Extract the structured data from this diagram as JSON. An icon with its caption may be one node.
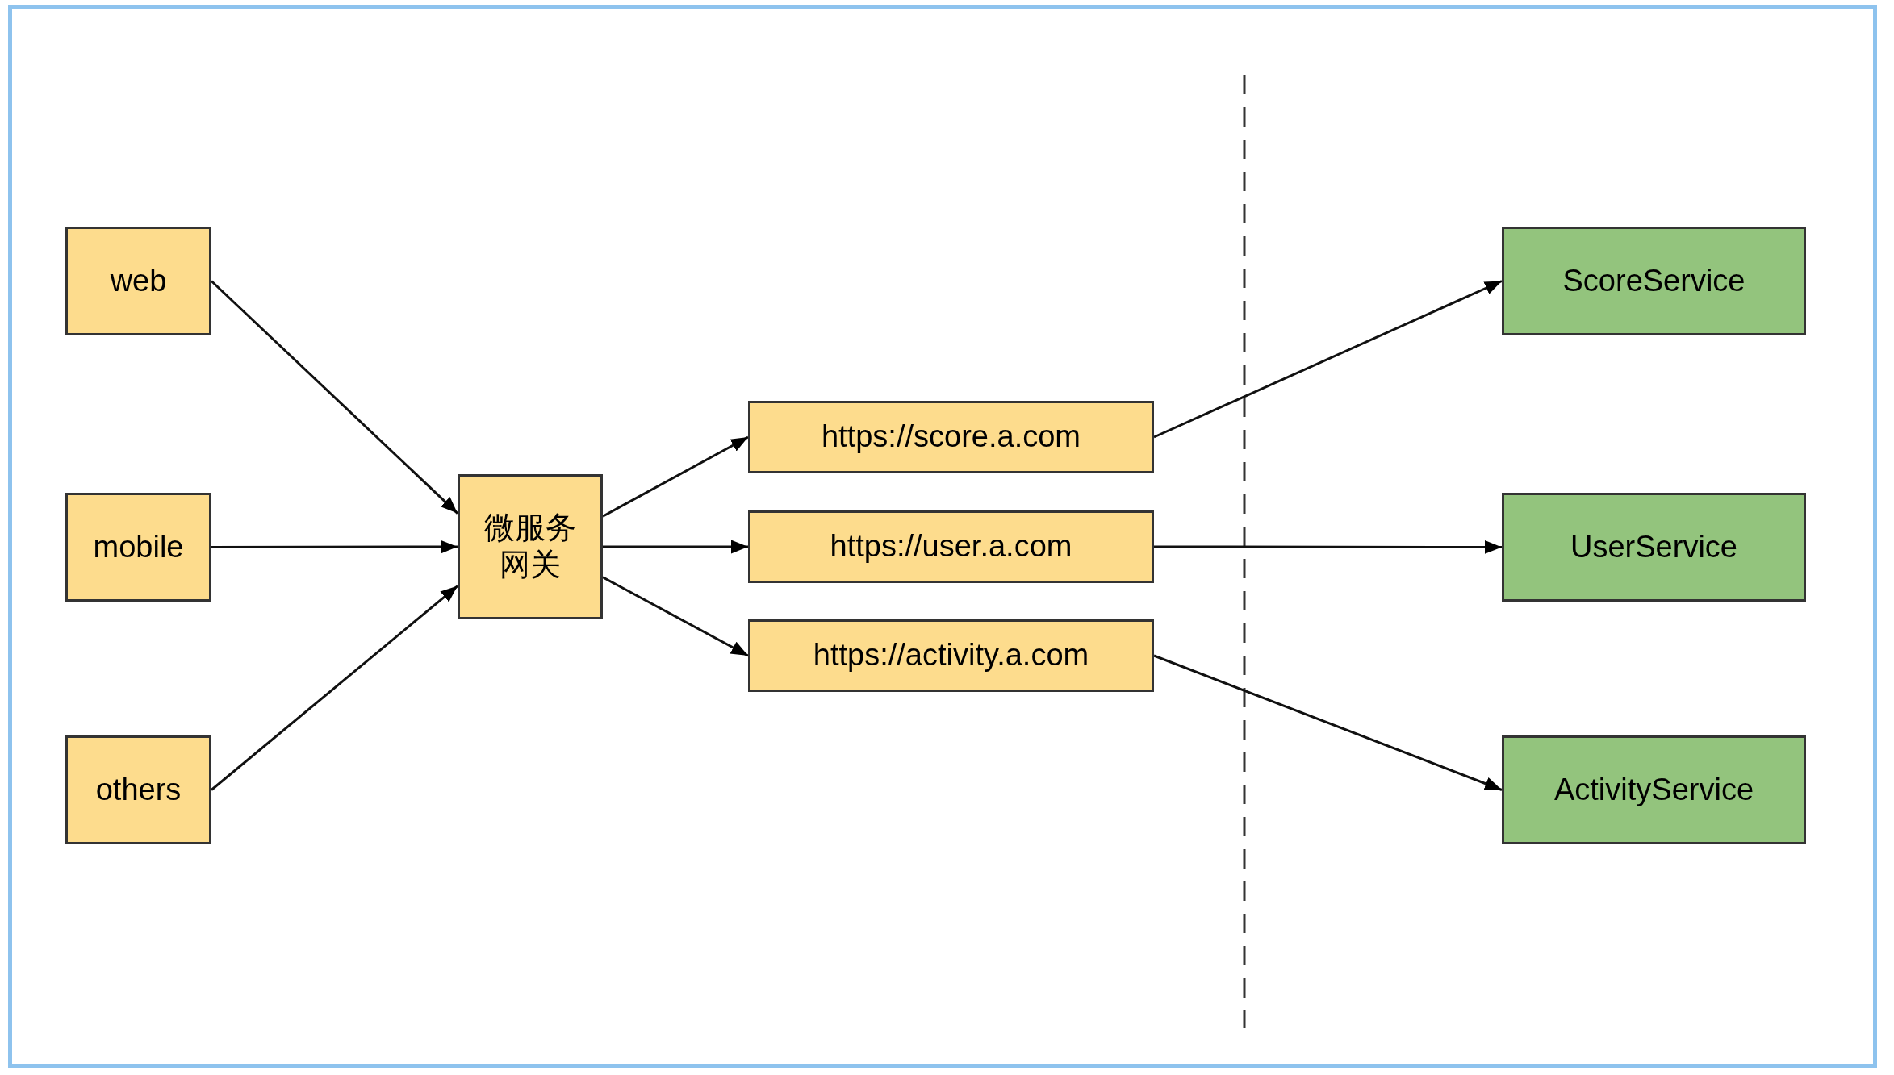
{
  "diagram": {
    "nodes": [
      {
        "text": [
          "web"
        ]
      },
      {
        "text": [
          "mobile"
        ]
      },
      {
        "text": [
          "others"
        ]
      },
      {
        "text": [
          "微服务网关"
        ]
      },
      {
        "text": [
          "https://score.a.com"
        ]
      },
      {
        "text": [
          "https://user.a.com"
        ]
      },
      {
        "text": [
          "https://activity.a.com"
        ]
      },
      {
        "text": [
          "ScoreService"
        ]
      },
      {
        "text": [
          "UserService"
        ]
      },
      {
        "text": [
          "ActivityService"
        ]
      }
    ],
    "edges": [
      {
        "from": 0,
        "to": 3,
        "arrow": "to"
      },
      {
        "from": 1,
        "to": 3,
        "arrow": "to"
      },
      {
        "from": 2,
        "to": 3,
        "arrow": "to"
      },
      {
        "from": 3,
        "to": 4,
        "arrow": "to"
      },
      {
        "from": 3,
        "to": 5,
        "arrow": "to"
      },
      {
        "from": 3,
        "to": 6,
        "arrow": "to"
      },
      {
        "from": 4,
        "to": 7,
        "arrow": "to"
      },
      {
        "from": 5,
        "to": 8,
        "arrow": "to"
      },
      {
        "from": 6,
        "to": 9,
        "arrow": "to"
      }
    ]
  }
}
